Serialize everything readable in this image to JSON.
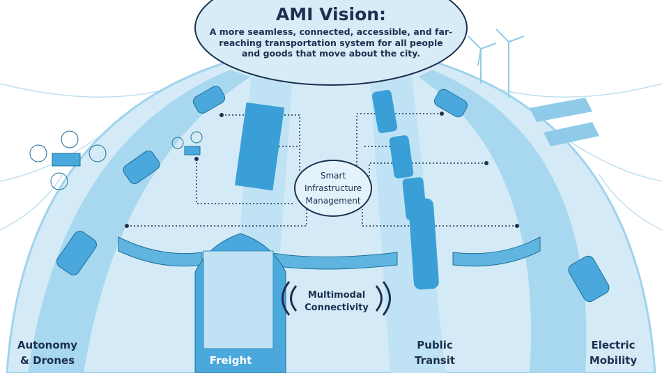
{
  "vision": {
    "title": "AMI Vision:",
    "text": "A more seamless, connected, accessible, and far-reaching transportation system for all people and goods that move about the city."
  },
  "center": {
    "smart_infrastructure": "Smart Infrastructure Management",
    "multimodal": "Multimodal Connectivity"
  },
  "sections": [
    {
      "label": "Autonomy & Drones"
    },
    {
      "label": "Freight"
    },
    {
      "label": "Public Transit"
    },
    {
      "label": "Electric Mobility"
    }
  ],
  "colors": {
    "navy": "#1c3050",
    "dome": "#d4ebf7",
    "road": "#8fcbe8",
    "vehicle": "#3a9fd6"
  }
}
